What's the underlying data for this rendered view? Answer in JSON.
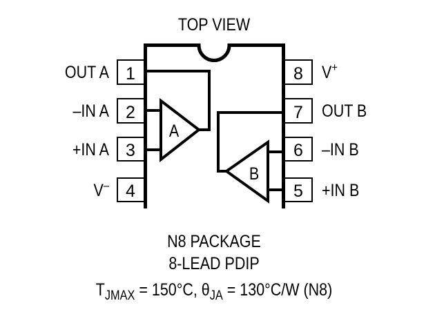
{
  "title": "TOP VIEW",
  "pins_left": [
    {
      "number": "1",
      "label": "OUT A"
    },
    {
      "number": "2",
      "label": "–IN A"
    },
    {
      "number": "3",
      "label": "+IN A"
    },
    {
      "number": "4",
      "label": "V",
      "sup": "–"
    }
  ],
  "pins_right": [
    {
      "number": "8",
      "label": "V",
      "sup": "+"
    },
    {
      "number": "7",
      "label": "OUT B"
    },
    {
      "number": "6",
      "label": "–IN B"
    },
    {
      "number": "5",
      "label": "+IN B"
    }
  ],
  "amplifiers": {
    "a": "A",
    "b": "B"
  },
  "package": {
    "name": "N8 PACKAGE",
    "type": "8-LEAD PDIP"
  },
  "thermal": {
    "t_symbol": "T",
    "t_sub": "JMAX",
    "t_value": " = 150°C, ",
    "theta_symbol": "θ",
    "theta_sub": "JA",
    "theta_value": " = 130°C/W (N8)"
  }
}
